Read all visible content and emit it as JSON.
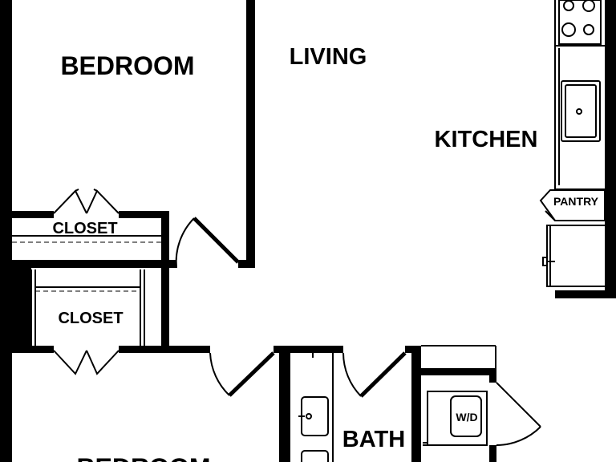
{
  "rooms": {
    "bedroom_top": "BEDROOM",
    "living": "LIVING",
    "kitchen": "KITCHEN",
    "pantry": "PANTRY",
    "closet_top": "CLOSET",
    "closet_middle": "CLOSET",
    "bath": "BATH",
    "washer_dryer": "W/D",
    "bedroom_bottom": "BEDROOM"
  },
  "colors": {
    "wall": "#000000",
    "background": "#ffffff"
  }
}
